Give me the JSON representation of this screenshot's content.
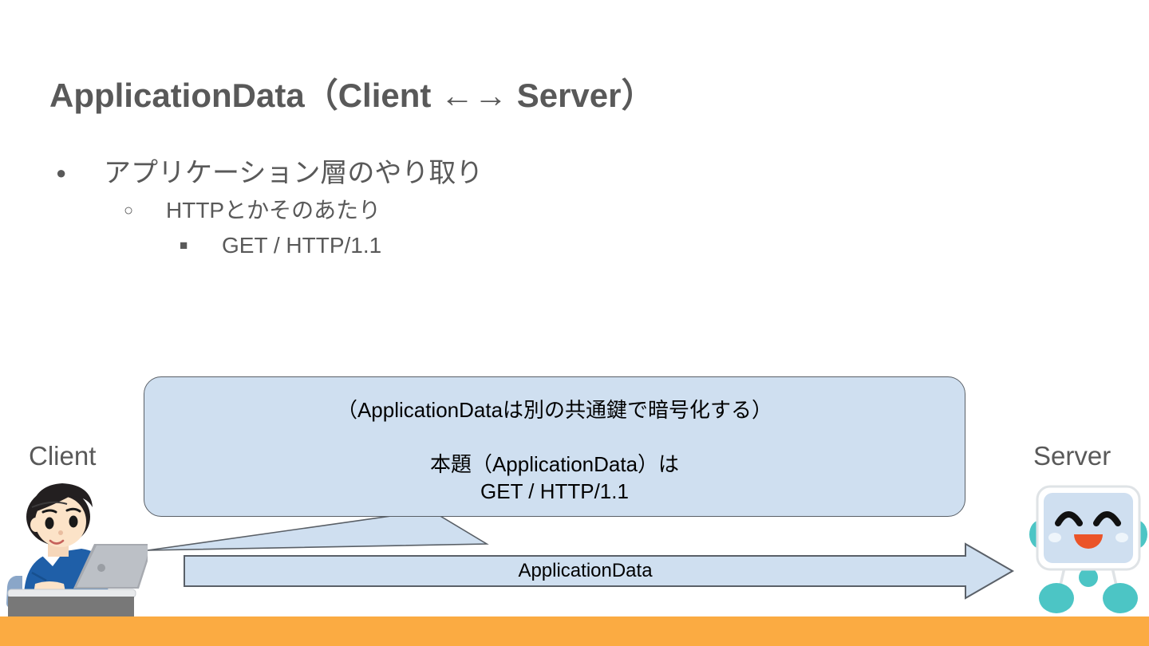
{
  "slide": {
    "title": "ApplicationData（Client ←→ Server）",
    "bullets": [
      {
        "level": 1,
        "marker": "●",
        "text": "アプリケーション層のやり取り"
      },
      {
        "level": 2,
        "marker": "○",
        "text": "HTTPとかそのあたり"
      },
      {
        "level": 3,
        "marker": "■",
        "text": "GET / HTTP/1.1"
      }
    ]
  },
  "diagram": {
    "client_label": "Client",
    "server_label": "Server",
    "bubble": {
      "line1": "（ApplicationDataは別の共通鍵で暗号化する）",
      "line2": "本題（ApplicationData）は",
      "line3": "GET / HTTP/1.1"
    },
    "arrow_label": "ApplicationData",
    "client_icon": "person-at-laptop-icon",
    "server_icon": "robot-server-icon"
  },
  "colors": {
    "title_text": "#595959",
    "body_text": "#595959",
    "bubble_fill": "#cfdff0",
    "bubble_stroke": "#595f66",
    "arrow_fill": "#cfdff0",
    "arrow_stroke": "#5a6068",
    "accent_bar": "#fbab42",
    "robot_teal": "#4cc5c5",
    "robot_mouth": "#eb5428",
    "shirt_blue": "#1f5fa8"
  }
}
